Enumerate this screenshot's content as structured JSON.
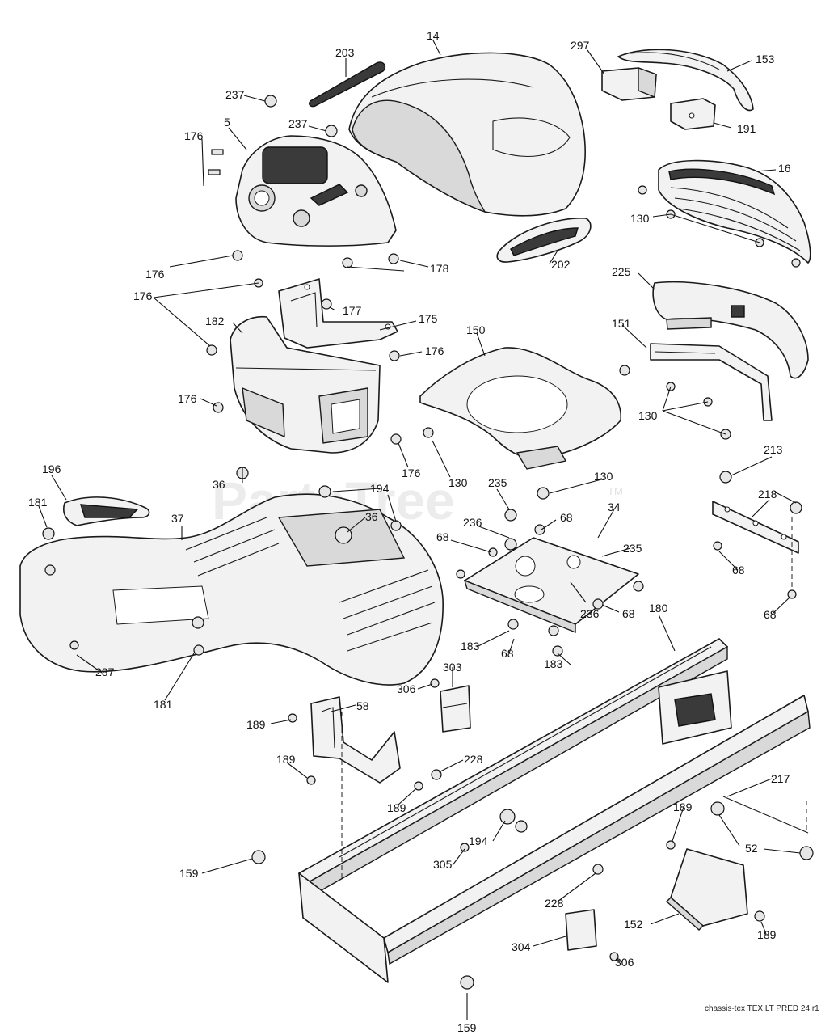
{
  "watermark": {
    "text": "PartsTree",
    "tm": "TM"
  },
  "footer_code": "chassis-tex TEX LT PRED 24 r1",
  "callouts": {
    "c14": "14",
    "c203": "203",
    "c297": "297",
    "c153": "153",
    "c191": "191",
    "c237a": "237",
    "c237b": "237",
    "c176a": "176",
    "c5": "5",
    "c16": "16",
    "c130a": "130",
    "c176b": "176",
    "c178": "178",
    "c202": "202",
    "c225": "225",
    "c176c": "176",
    "c177": "177",
    "c182": "182",
    "c175": "175",
    "c176d": "176",
    "c150": "150",
    "c151": "151",
    "c176e": "176",
    "c130b": "130",
    "c176f": "176",
    "c196": "196",
    "c36a": "36",
    "c194a": "194",
    "c130c": "130",
    "c235a": "235",
    "c130d": "130",
    "c213": "213",
    "c181a": "181",
    "c37": "37",
    "c36b": "36",
    "c236a": "236",
    "c68a": "68",
    "c34": "34",
    "c218": "218",
    "c68b": "68",
    "c235b": "235",
    "c68c": "68",
    "c68d": "68",
    "c236b": "236",
    "c183a": "183",
    "c68e": "68",
    "c183b": "183",
    "c180": "180",
    "c68f": "68",
    "c287": "287",
    "c181b": "181",
    "c306a": "306",
    "c303": "303",
    "c189a": "189",
    "c58": "58",
    "c189b": "189",
    "c228a": "228",
    "c189c": "189",
    "c217": "217",
    "c189d": "189",
    "c52": "52",
    "c194b": "194",
    "c159a": "159",
    "c305": "305",
    "c228b": "228",
    "c152": "152",
    "c189e": "189",
    "c304": "304",
    "c306b": "306",
    "c159b": "159"
  }
}
